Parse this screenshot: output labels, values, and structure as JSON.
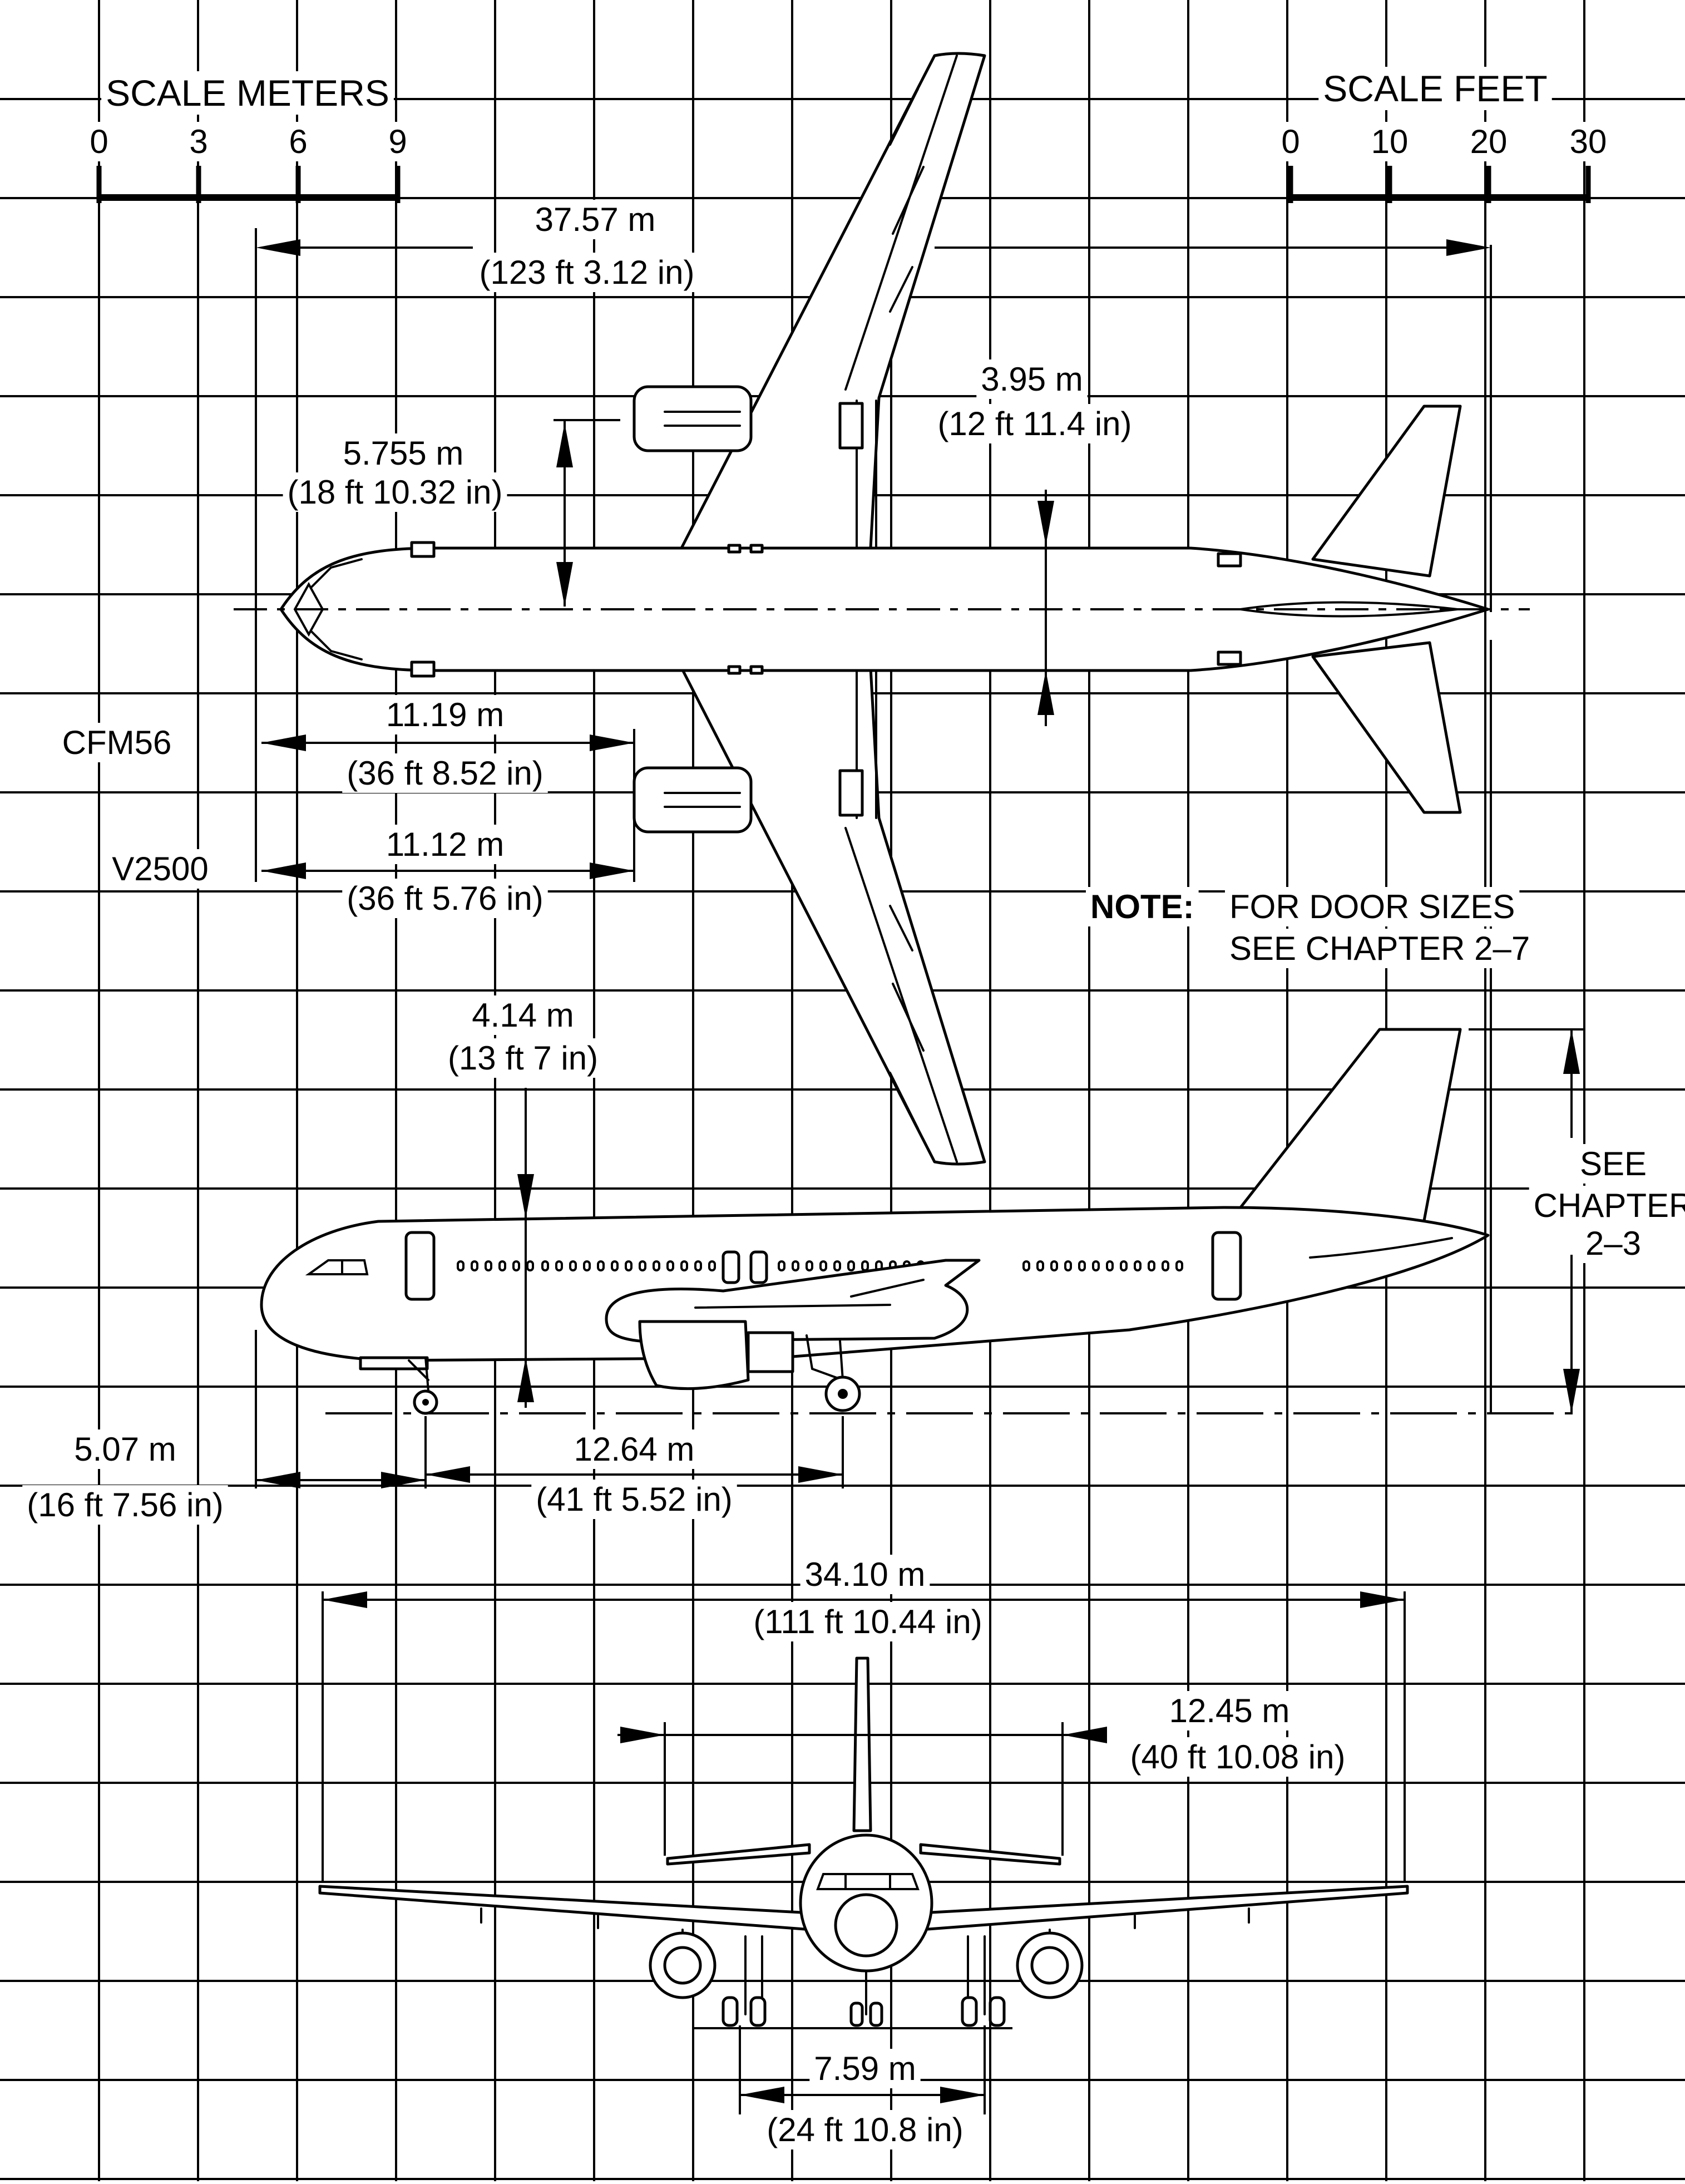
{
  "scale_meters": {
    "title": "SCALE METERS",
    "ticks": [
      "0",
      "3",
      "6",
      "9"
    ]
  },
  "scale_feet": {
    "title": "SCALE FEET",
    "ticks": [
      "0",
      "10",
      "20",
      "30"
    ]
  },
  "dimensions": {
    "wingspan": {
      "m": "37.57 m",
      "ft": "(123 ft 3.12 in)"
    },
    "fuselage_width": {
      "m": "3.95 m",
      "ft": "(12 ft 11.4 in)"
    },
    "engine_offset": {
      "m": "5.755 m",
      "ft": "(18 ft 10.32 in)"
    },
    "cfm56": {
      "label": "CFM56",
      "m": "11.19 m",
      "ft": "(36 ft 8.52 in)"
    },
    "v2500": {
      "label": "V2500",
      "m": "11.12 m",
      "ft": "(36 ft 5.76 in)"
    },
    "fuselage_height": {
      "m": "4.14 m",
      "ft": "(13 ft 7 in)"
    },
    "nose_gear": {
      "m": "5.07 m",
      "ft": "(16 ft 7.56 in)"
    },
    "wheelbase": {
      "m": "12.64 m",
      "ft": "(41 ft 5.52 in)"
    },
    "length": {
      "m": "34.10 m",
      "ft": "(111 ft 10.44 in)"
    },
    "tailplane_span": {
      "m": "12.45 m",
      "ft": "(40 ft 10.08 in)"
    },
    "wheel_track": {
      "m": "7.59 m",
      "ft": "(24 ft 10.8 in)"
    }
  },
  "note": {
    "label": "NOTE:",
    "line1": "FOR DOOR SIZES",
    "line2": "SEE CHAPTER 2–7"
  },
  "see_chapter": {
    "line1": "SEE",
    "line2": "CHAPTER",
    "line3": "2–3"
  }
}
